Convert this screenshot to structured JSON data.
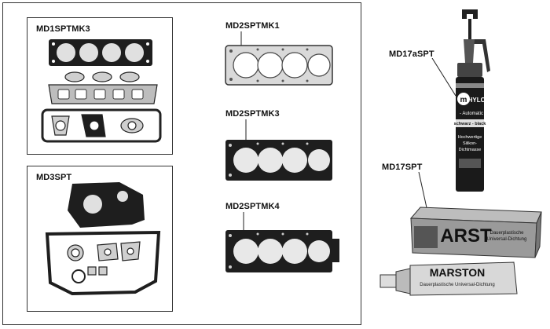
{
  "parts": {
    "md1sptmk3": "MD1SPTMK3",
    "md3spt": "MD3SPT",
    "md2sptmk1": "MD2SPTMK1",
    "md2sptmk3": "MD2SPTMK3",
    "md2sptmk4": "MD2SPTMK4",
    "md17aspt": "MD17aSPT",
    "md17spt": "MD17SPT"
  },
  "products": {
    "hylosil": {
      "brand": "HYLOSIL",
      "line1": "- Automatic",
      "line2": "schwarz - black",
      "line3": "Hochwertige",
      "line4": "Silikon-",
      "line5": "Dichtmasse"
    },
    "marston_box": {
      "brand": "ARST",
      "line1": "Dauerplastische",
      "line2": "Universal-Dichtung"
    },
    "marston_tube": {
      "brand": "MARSTON",
      "line1": "Dauerplastische Universal-Dichtung"
    }
  },
  "colors": {
    "frame": "#333333",
    "gasket_dark": "#1e1e1e",
    "gasket_light": "#d9d9d9"
  }
}
